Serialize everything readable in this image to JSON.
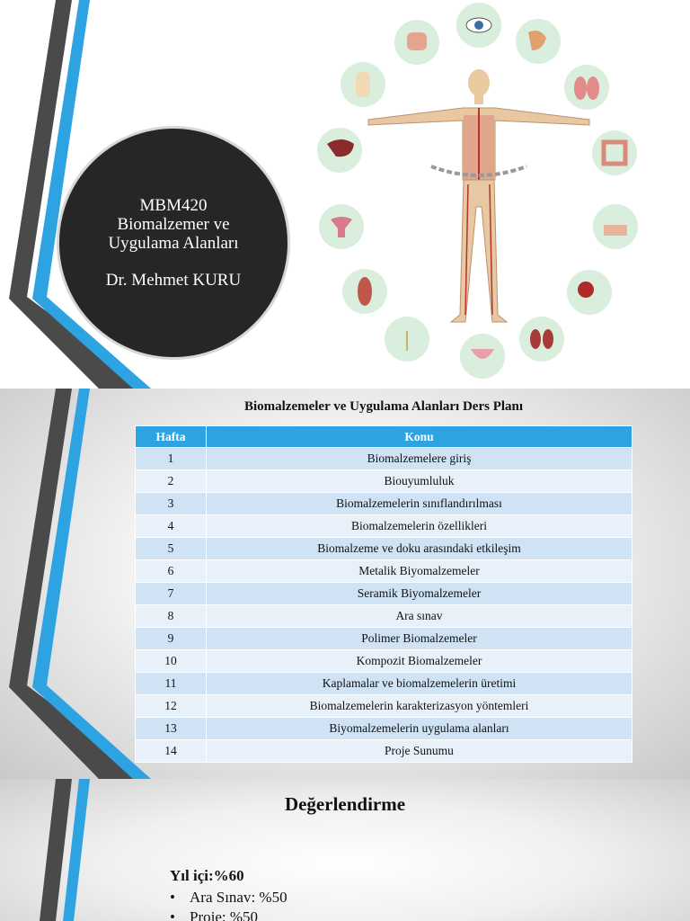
{
  "slide1": {
    "title_lines": [
      "MBM420",
      "Biomalzemer ve",
      "Uygulama Alanları"
    ],
    "author": "Dr. Mehmet KURU",
    "illustration": "human-body-organs-illustration"
  },
  "slide2": {
    "title": "Biomalzemeler ve Uygulama Alanları Ders Planı",
    "headers": [
      "Hafta",
      "Konu"
    ],
    "rows": [
      [
        "1",
        "Biomalzemelere giriş"
      ],
      [
        "2",
        "Biouyumluluk"
      ],
      [
        "3",
        "Biomalzemelerin sınıflandırılması"
      ],
      [
        "4",
        "Biomalzemelerin özellikleri"
      ],
      [
        "5",
        "Biomalzeme ve doku arasındaki etkileşim"
      ],
      [
        "6",
        "Metalik Biyomalzemeler"
      ],
      [
        "7",
        "Seramik Biyomalzemeler"
      ],
      [
        "8",
        "Ara sınav"
      ],
      [
        "9",
        "Polimer Biomalzemeler"
      ],
      [
        "10",
        "Kompozit Biomalzemeler"
      ],
      [
        "11",
        "Kaplamalar ve biomalzemelerin üretimi"
      ],
      [
        "12",
        "Biomalzemelerin karakterizasyon yöntemleri"
      ],
      [
        "13",
        "Biyomalzemelerin uygulama alanları"
      ],
      [
        "14",
        "Proje Sunumu"
      ]
    ]
  },
  "slide3": {
    "title": "Değerlendirme",
    "year_label": "Yıl içi:%60",
    "items": [
      "Ara Sınav: %50",
      "Proje: %50"
    ]
  },
  "colors": {
    "accent_blue": "#2ea3e2",
    "deco_gray": "#4a4a4a",
    "deco_black": "#262626",
    "row_odd": "#cfe3f5",
    "row_even": "#e8f1fa"
  }
}
